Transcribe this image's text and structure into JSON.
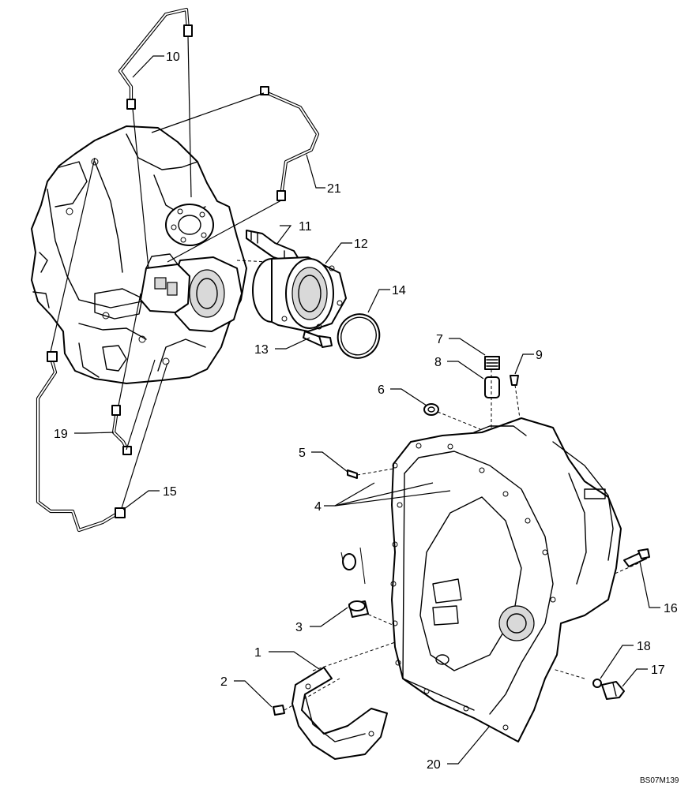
{
  "diagram": {
    "reference_code": "BS07M139",
    "callouts": [
      {
        "id": "c1",
        "label": "1"
      },
      {
        "id": "c2",
        "label": "2"
      },
      {
        "id": "c3",
        "label": "3"
      },
      {
        "id": "c4",
        "label": "4"
      },
      {
        "id": "c5",
        "label": "5"
      },
      {
        "id": "c6",
        "label": "6"
      },
      {
        "id": "c7",
        "label": "7"
      },
      {
        "id": "c8",
        "label": "8"
      },
      {
        "id": "c9",
        "label": "9"
      },
      {
        "id": "c10",
        "label": "10"
      },
      {
        "id": "c11",
        "label": "11"
      },
      {
        "id": "c12",
        "label": "12"
      },
      {
        "id": "c13",
        "label": "13"
      },
      {
        "id": "c14",
        "label": "14"
      },
      {
        "id": "c15",
        "label": "15"
      },
      {
        "id": "c16",
        "label": "16"
      },
      {
        "id": "c17",
        "label": "17"
      },
      {
        "id": "c18",
        "label": "18"
      },
      {
        "id": "c19",
        "label": "19"
      },
      {
        "id": "c20",
        "label": "20"
      },
      {
        "id": "c21",
        "label": "21"
      }
    ]
  }
}
